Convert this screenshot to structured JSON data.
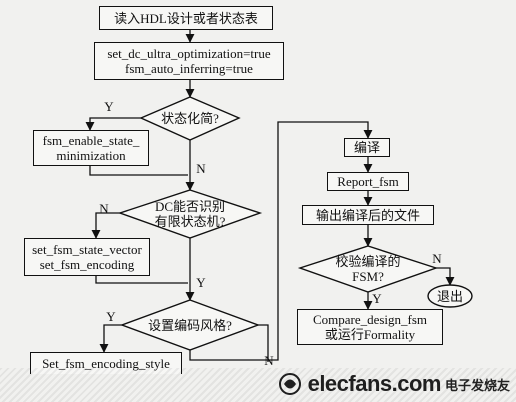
{
  "flow": {
    "start": "读入HDL设计或者状态表",
    "opt": [
      "set_dc_ultra_optimization=true",
      "fsm_auto_inferring=true"
    ],
    "d1": "状态化简?",
    "min": [
      "fsm_enable_state_",
      "minimization"
    ],
    "d2": [
      "DC能否识别",
      "有限状态机?"
    ],
    "setvec": [
      "set_fsm_state_vector",
      "set_fsm_encoding"
    ],
    "d3": "设置编码风格?",
    "style": "Set_fsm_encoding_style",
    "compile": "编译",
    "report": "Report_fsm",
    "output": "输出编译后的文件",
    "d4": [
      "校验编译的",
      "FSM?"
    ],
    "exit": "退出",
    "verify": [
      "Compare_design_fsm",
      "或运行Formality"
    ],
    "y": "Y",
    "n": "N"
  },
  "watermark": {
    "site": "elecfans.com",
    "sub": "电子发烧友"
  }
}
